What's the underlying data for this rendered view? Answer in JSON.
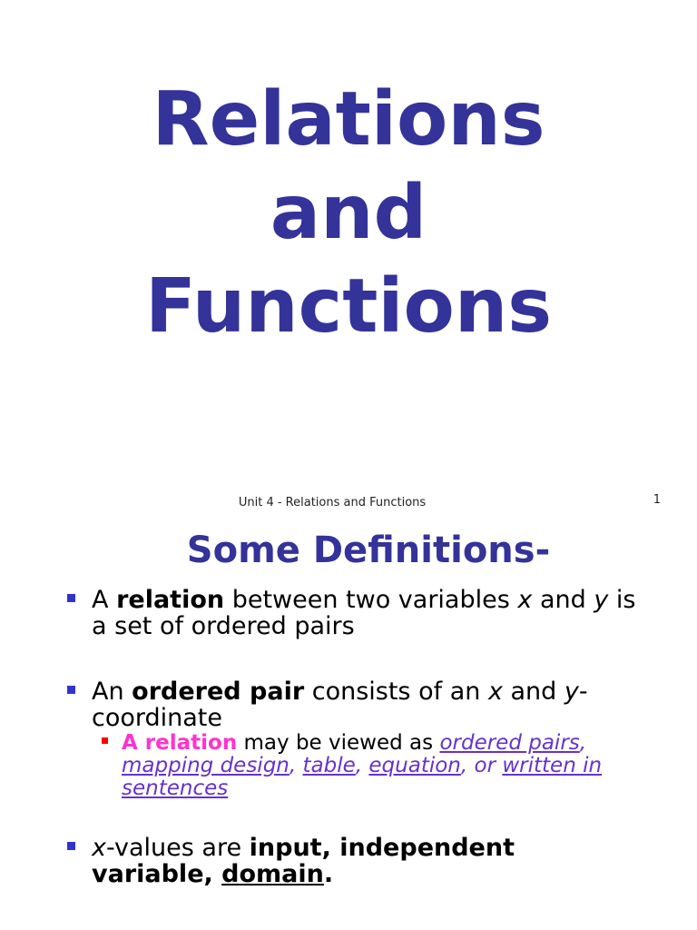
{
  "slide1": {
    "title_lines": [
      "Relations",
      "and",
      "Functions"
    ],
    "footer": "Unit 4 - Relations and Functions",
    "page_number": "1"
  },
  "slide2": {
    "title": "Some Definitions-",
    "bullet1": {
      "a": "A ",
      "relation": "relation",
      "between": " between two variables ",
      "x": "x",
      "and": " and ",
      "y": "y",
      "rest": " is a set of ordered pairs"
    },
    "bullet2": {
      "an": "An ",
      "ordered_pair": "ordered pair",
      "consists": " consists of an ",
      "x": "x",
      "and": " and ",
      "y": "y",
      "coordinate": "-coordinate"
    },
    "sub_bullet": {
      "a_relation": "A relation",
      "may_be": " may be viewed as ",
      "ordered_pairs": "ordered pairs",
      "comma1": ", ",
      "mapping_design": "mapping design",
      "comma2": ", ",
      "table": "table",
      "comma3": ", ",
      "equation": "equation",
      "or": ", or ",
      "written": "written in sentences"
    },
    "bullet3": {
      "x": "x",
      "values_are": "-values are ",
      "input": "input, independent variable, ",
      "domain": "domain",
      "period": "."
    }
  },
  "colors": {
    "title": "#333399",
    "bullet_marker": "#3333cc",
    "sub_marker": "#ff0000",
    "highlight": "#ff33cc",
    "link": "#6633cc"
  }
}
